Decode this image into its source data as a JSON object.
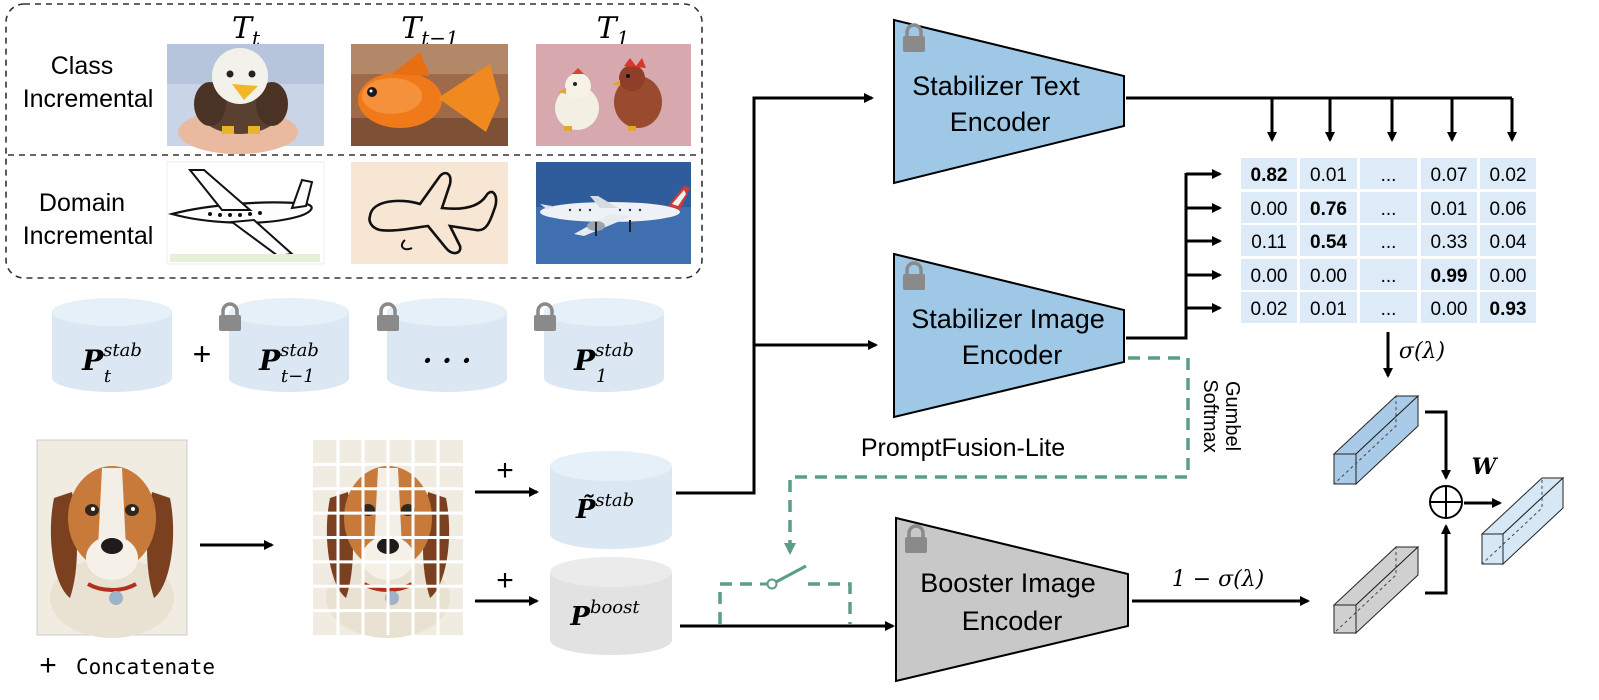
{
  "tasks_panel": {
    "col_headers": [
      {
        "base": "T",
        "sub": "t"
      },
      {
        "base": "T",
        "sub": "t−1"
      },
      {
        "base": "T",
        "sub": "1"
      }
    ],
    "row_labels": [
      {
        "line1": "Class",
        "line2": "Incremental"
      },
      {
        "line1": "Domain",
        "line2": "Incremental"
      }
    ],
    "thumb_subjects": [
      "plush eagle",
      "plush goldfish",
      "plush chick and rooster",
      "airplane drawing",
      "airplane sketch",
      "airplane photo"
    ]
  },
  "prompt_pool": {
    "concat_symbol": "+",
    "items": [
      {
        "base": "P",
        "sup": "stab",
        "sub": "t",
        "locked": false
      },
      {
        "base": "P",
        "sup": "stab",
        "sub": "t−1",
        "locked": true
      },
      {
        "base": "",
        "sup": "",
        "sub": "",
        "ellipsis": "· · ·",
        "locked": true
      },
      {
        "base": "P",
        "sup": "stab",
        "sub": "1",
        "locked": true
      }
    ]
  },
  "input": {
    "subject": "beagle dog portrait",
    "patch_grid": "patches"
  },
  "prompts": {
    "stab": {
      "base": "P̃",
      "sup": "stab"
    },
    "boost": {
      "base": "P",
      "sup": "boost"
    },
    "plus_symbol": "+"
  },
  "encoders": {
    "text": {
      "line1": "Stabilizer Text",
      "line2": "Encoder",
      "color": "#9ec8e6"
    },
    "image": {
      "line1": "Stabilizer Image",
      "line2": "Encoder",
      "color": "#9ec8e6"
    },
    "booster": {
      "line1": "Booster Image",
      "line2": "Encoder",
      "color": "#c8c8c8"
    }
  },
  "labels": {
    "promptfusion": "PromptFusion-Lite",
    "gumbel_line1": "Gumbel",
    "gumbel_line2": "Softmax",
    "sigma": "σ(λ)",
    "one_minus_sigma": "1 − σ(λ)",
    "W": "W",
    "legend_symbol": "+",
    "legend_text": "Concatenate"
  },
  "matrix": {
    "rows": [
      [
        "0.82",
        "0.01",
        "...",
        "0.07",
        "0.02"
      ],
      [
        "0.00",
        "0.76",
        "...",
        "0.01",
        "0.06"
      ],
      [
        "0.11",
        "0.54",
        "...",
        "0.33",
        "0.04"
      ],
      [
        "0.00",
        "0.00",
        "...",
        "0.99",
        "0.00"
      ],
      [
        "0.02",
        "0.01",
        "...",
        "0.00",
        "0.93"
      ]
    ],
    "bold": [
      [
        0,
        0
      ],
      [
        1,
        1
      ],
      [
        2,
        1
      ],
      [
        3,
        3
      ],
      [
        4,
        4
      ]
    ],
    "cell_color": "#dcebf7"
  },
  "colors": {
    "gumbel": "#5b9e85",
    "stab_prompt": "#dbe8f3",
    "boost_prompt": "#e2e2e2",
    "blue_feature": "#a9cbe8",
    "light_feature": "#d6e8f6",
    "gray_feature": "#d0d0d0",
    "lock": "#8a8a8a"
  }
}
